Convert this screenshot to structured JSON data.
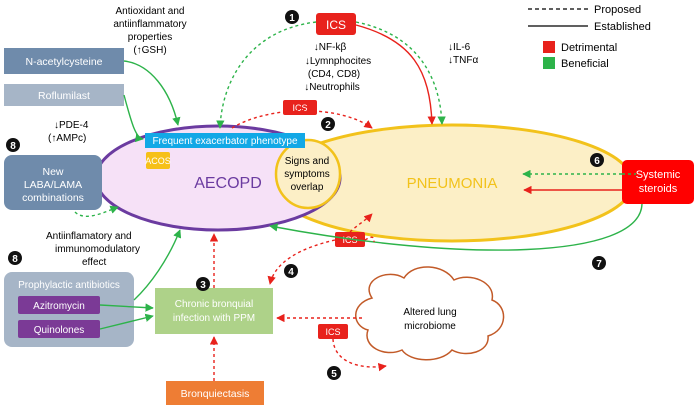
{
  "legend": {
    "proposed": "Proposed",
    "established": "Established",
    "detrimental": "Detrimental",
    "beneficial": "Beneficial"
  },
  "colors": {
    "red": "#e8221c",
    "green": "#2db34a",
    "gray_box": "#6f8bab",
    "gray_box_light": "#a6b5c7",
    "cyan": "#12a8e6",
    "purple": "#7b3a96",
    "pneumonia_fill": "#fcefc6",
    "pneumonia_stroke": "#f2c21b",
    "aecopd_fill": "#f6e1f7",
    "aecopd_stroke": "#6b3ba0",
    "light_green_box": "#aed289",
    "orange": "#ee7d34",
    "brown": "#c25a28"
  },
  "labels": {
    "ics_top": "ICS",
    "ics_mid": "ICS",
    "ics_lower": "ICS",
    "ics_bottom": "ICS",
    "antioxidant_line1": "Antioxidant and",
    "antioxidant_line2": "antiinflammatory",
    "antioxidant_line3": "properties",
    "antioxidant_line4": "(↑GSH)",
    "nfkb": "↓NF-kβ",
    "lymph": "↓Lymnphocites",
    "cd": "(CD4, CD8)",
    "neutro": "↓Neutrophils",
    "il6": "↓IL-6",
    "tnf": "↓TNFα",
    "nac": "N-acetylcysteine",
    "roflumilast": "Roflumilast",
    "pde4": "↓PDE-4",
    "ampc": "(↑AMPc)",
    "frequent": "Frequent exacerbator phenotype",
    "acos": "ACOS",
    "aecopd": "AECOPD",
    "pneumonia": "PNEUMONIA",
    "signs_line1": "Signs and",
    "signs_line2": "symptoms",
    "signs_line3": "overlap",
    "laba_line1": "New",
    "laba_line2": "LABA/LAMA",
    "laba_line3": "combinations",
    "antiinf_line1": "Antiinflamatory and",
    "antiinf_line2": "immunomodulatory",
    "antiinf_line3": "effect",
    "prophylactic": "Prophylactic antibiotics",
    "azitro": "Azitromycin",
    "quino": "Quinolones",
    "chronic_line1": "Chronic bronquial",
    "chronic_line2": "infection with PPM",
    "microbiome_line1": "Altered lung",
    "microbiome_line2": "microbiome",
    "bronq": "Bronquiectasis",
    "systemic_line1": "Systemic",
    "systemic_line2": "steroids"
  },
  "numbers": {
    "n1": "1",
    "n2": "2",
    "n3": "3",
    "n4": "4",
    "n5": "5",
    "n6": "6",
    "n7": "7",
    "n8a": "8",
    "n8b": "8"
  }
}
